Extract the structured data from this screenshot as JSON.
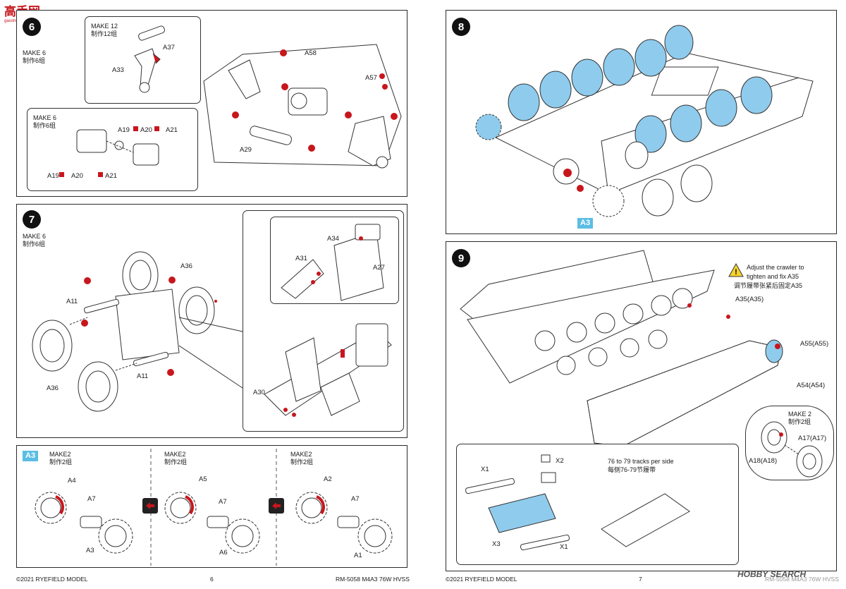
{
  "watermark": {
    "logo": "高手网",
    "sub": "gaoshou.com"
  },
  "left_page": {
    "step6": {
      "make_main": [
        "MAKE 6",
        "制作6组"
      ],
      "sub1": {
        "make": [
          "MAKE 12",
          "制作12组"
        ],
        "parts": [
          "A37",
          "A33"
        ]
      },
      "sub2": {
        "make": [
          "MAKE 6",
          "制作6组"
        ],
        "parts": [
          "A19",
          "A20",
          "A21",
          "A19",
          "A20",
          "A21"
        ]
      },
      "parts": [
        "A58",
        "A57",
        "A29"
      ]
    },
    "step7": {
      "number": "7",
      "make": [
        "MAKE 6",
        "制作6组"
      ],
      "parts": [
        "A36",
        "A11",
        "A11",
        "A36"
      ],
      "inset_parts": [
        "A34",
        "A31",
        "A27",
        "A30"
      ]
    },
    "a3": {
      "badge": "A3",
      "cols": [
        {
          "make": [
            "MAKE2",
            "制作2组"
          ],
          "parts": [
            "A4",
            "A7",
            "A3"
          ]
        },
        {
          "make": [
            "MAKE2",
            "制作2组"
          ],
          "parts": [
            "A5",
            "A7",
            "A6"
          ]
        },
        {
          "make": [
            "MAKE2",
            "制作2组"
          ],
          "parts": [
            "A2",
            "A7",
            "A1"
          ]
        }
      ]
    },
    "footer": {
      "copyright": "©2021 RYEFIELD MODEL",
      "page": "6",
      "product": "RM-5058 M4A3 76W HVSS"
    }
  },
  "right_page": {
    "step8": {
      "number": "8",
      "badge": "A3"
    },
    "step9": {
      "number": "9",
      "note_en": [
        "Adjust the crawler to",
        "tighten and fix A35"
      ],
      "note_cn": "调节履带张紧后固定A35",
      "parts": [
        "A35(A35)",
        "A55(A55)",
        "A54(A54)"
      ],
      "make": [
        "MAKE 2",
        "制作2组"
      ],
      "make_parts": [
        "A17(A17)",
        "A18(A18)"
      ],
      "tracks_en": "76 to 79 tracks per side",
      "tracks_cn": "每侧76-79节履带",
      "track_parts": [
        "X1",
        "X2",
        "X3",
        "X1"
      ]
    },
    "footer": {
      "copyright": "©2021 RYEFIELD MODEL",
      "page": "7",
      "product": "RM-5058 M4A3 76W HVSS"
    }
  },
  "hobbysearch": "HOBBY SEARCH",
  "colors": {
    "highlight": "#8fcbed",
    "accent": "#c8161d",
    "line": "#333333"
  }
}
